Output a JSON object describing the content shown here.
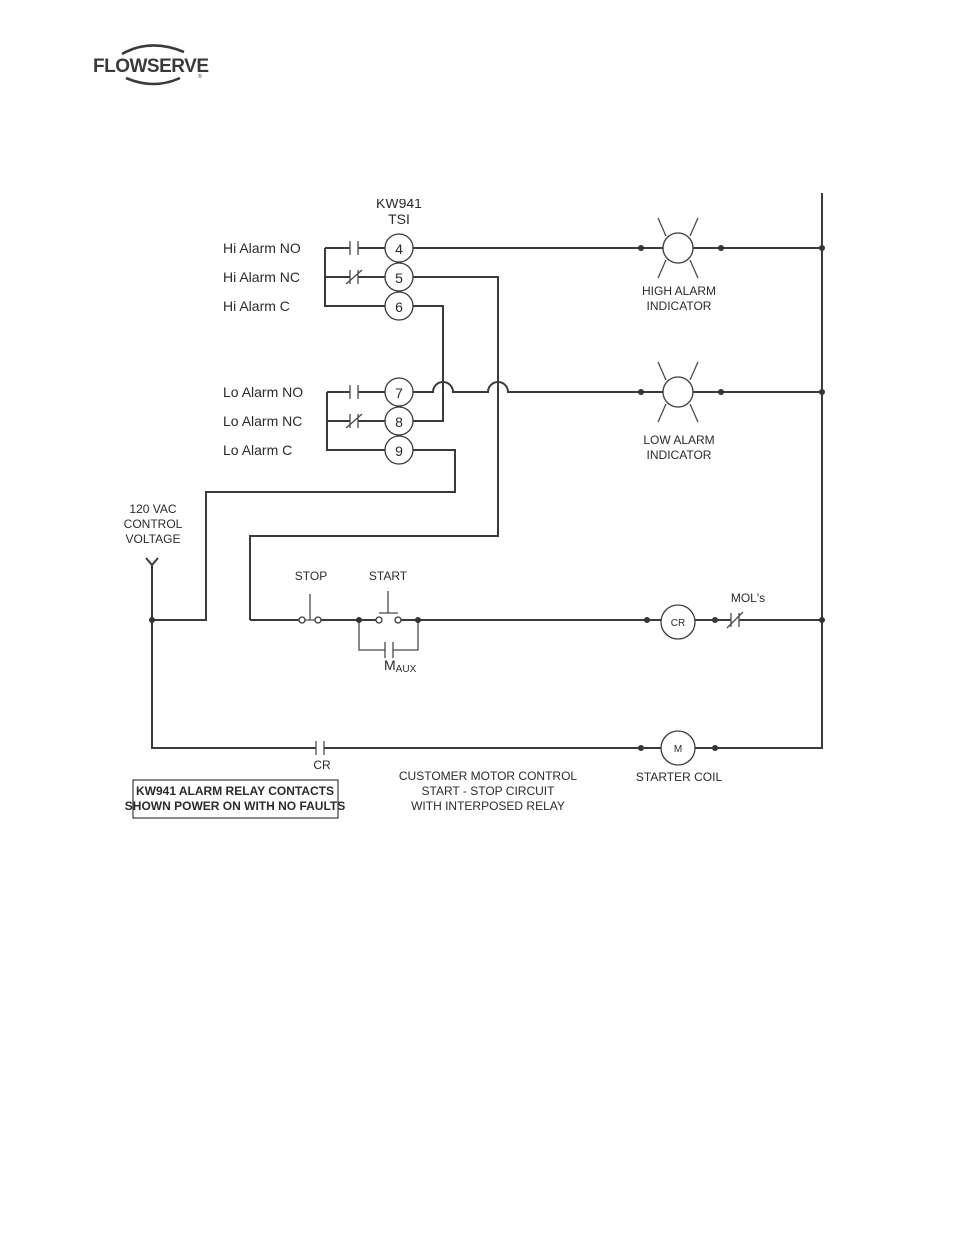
{
  "header": {
    "logo_text": "FLOWSERVE",
    "logo_mark": "®"
  },
  "diagram": {
    "title_top": "KW941",
    "title_sub": "TSI",
    "terminals": [
      {
        "number": "4",
        "label": "Hi Alarm NO",
        "contact": "normally-open"
      },
      {
        "number": "5",
        "label": "Hi Alarm NC",
        "contact": "normally-closed"
      },
      {
        "number": "6",
        "label": "Hi Alarm C",
        "contact": "common"
      },
      {
        "number": "7",
        "label": "Lo Alarm NO",
        "contact": "normally-open"
      },
      {
        "number": "8",
        "label": "Lo Alarm NC",
        "contact": "normally-closed"
      },
      {
        "number": "9",
        "label": "Lo Alarm C",
        "contact": "common"
      }
    ],
    "indicators": {
      "high": [
        "HIGH ALARM",
        "INDICATOR"
      ],
      "low": [
        "LOW ALARM",
        "INDICATOR"
      ]
    },
    "supply": [
      "120 VAC",
      "CONTROL",
      "VOLTAGE"
    ],
    "stop_label": "STOP",
    "start_label": "START",
    "maux_main": "M",
    "maux_sub": "AUX",
    "cr_coil": "CR",
    "mols_label": "MOL's",
    "cr_contact": "CR",
    "starter_coil_symbol": "M",
    "starter_coil_label": "STARTER COIL",
    "note_box": [
      "KW941 ALARM RELAY CONTACTS",
      "SHOWN POWER ON WITH NO FAULTS"
    ],
    "caption": [
      "CUSTOMER MOTOR CONTROL",
      "START - STOP CIRCUIT",
      "WITH INTERPOSED RELAY"
    ]
  }
}
